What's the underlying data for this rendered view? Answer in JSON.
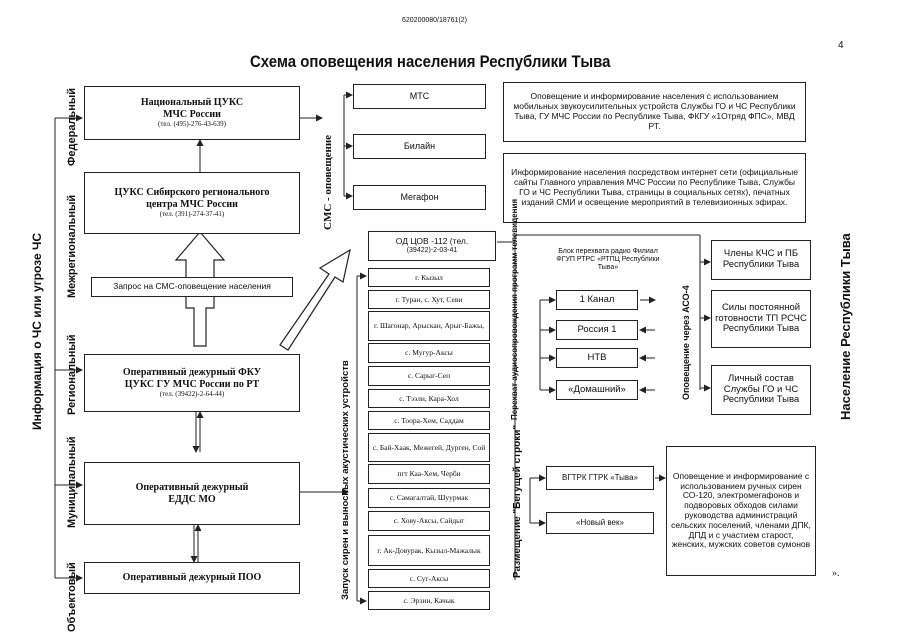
{
  "header": {
    "doc_number": "620200080/18761(2)",
    "page_number": "4",
    "title": "Схема оповещения населения Республики Тыва"
  },
  "left_labels": {
    "main": "Информация о ЧС или угрозе ЧС",
    "levels": [
      "Федеральный",
      "Межрегиональный",
      "Региональный",
      "Муниципальный",
      "Объектовый"
    ]
  },
  "nodes": {
    "national": {
      "title_line1": "Национальный ЦУКС",
      "title_line2": "МЧС России",
      "phone": "(тел. (495)-276-43-639)"
    },
    "siberian": {
      "title_line1": "ЦУКС Сибирского регионального",
      "title_line2": "центра  МЧС России",
      "phone": "(тел. (391)-274-37-41)"
    },
    "sms_request": "Запрос на СМС-оповещение населения",
    "regional": {
      "title_line1": "Оперативный дежурный ФКУ",
      "title_line2": "ЦУКС ГУ МЧС России по РТ",
      "phone": "(тел. (39422)-2-64-44)"
    },
    "municipal": {
      "title_line1": "Оперативный дежурный",
      "title_line2": "ЕДДС МО"
    },
    "object": "Оперативный дежурный  ПОО"
  },
  "sms": {
    "label": "СМС - оповещение",
    "operators": [
      "МТС",
      "Билайн",
      "Мегафон"
    ]
  },
  "info_boxes": {
    "mobile": "Оповещение и информирование  населения с использованием мобильных звукоусилительных устройств Службы ГО и ЧС Республики Тыва,  ГУ МЧС России по Республике Тыва, ФКГУ «1Отряд ФПС», МВД РТ.",
    "internet": "Информирование  населения посредством интернет сети (официальные сайты Главного управления МЧС России по Республике Тыва, Службы ГО и ЧС Республики Тыва, страницы в социальных сетях), печатных изданий СМИ и освещение мероприятий в телевизионных эфирах.",
    "sirens": "Оповещение и информирование с использованием ручных сирен СО-120, электромегафонов и подворовых обходов силами руководства администраций сельских поселений, членами ДПК, ДПД и с участием  старост, женских, мужских советов сумонов"
  },
  "cov": {
    "line1": "ОД  ЦОВ -112 (тел.",
    "line2": "(39422)-2-03-41"
  },
  "sirens_label": "Запуск сирен и выносных акустических устройств",
  "localities": [
    "г. Кызыл",
    "г. Туран, с. Хут, Севи",
    "г. Шагонар, Арыскан, Арыг-Бажы,",
    "с. Мугур-Аксы",
    "с. Сарыг-Сеп",
    "с. Тээли, Кара-Хол",
    "с. Тоора-Хем, Саддам",
    "с. Бай-Хаак, Межегей, Дурген, Сой",
    "пгт Каа-Хем, Черби",
    "с. Самагалтай, Шуурмак",
    "с. Хову-Аксы, Сайдыг",
    "г. Ак-Довурак, Кызыл-Мажалык",
    "с. Суг-Аксы",
    "с. Эрзин, Качык"
  ],
  "tv": {
    "label": "Перехват аудиосопровождения программ телевидения",
    "radio_block": "Блок перехвата радио Филиал ФГУП РТРС «РТПЦ Республики Тыва»",
    "channels": [
      "1 Канал",
      "Россия 1",
      "НТВ",
      "«Домашний»"
    ]
  },
  "radio": {
    "label": "Размещение \"Бегущей строки\"",
    "channels": [
      "ВГТРК ГТРК «Тыва»",
      "«Новый век»"
    ]
  },
  "aso": {
    "label": "Оповещение через АСО-4",
    "recipients": [
      "Члены КЧС и ПБ Республики Тыва",
      "Силы постоянной готовности ТП РСЧС  Республики Тыва",
      "Личный состав Службы ГО и ЧС Республики Тыва"
    ]
  },
  "right_label": "Население Республики Тыва",
  "closing_mark": "»."
}
